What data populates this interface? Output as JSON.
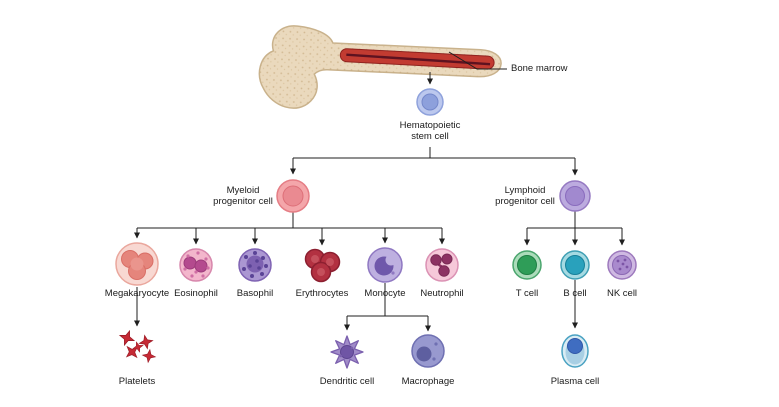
{
  "diagram_type": "hematopoiesis-cell-lineage-tree",
  "nodes": {
    "bone_marrow": {
      "label": "Bone marrow"
    },
    "hematopoietic_stem_cell": {
      "label": "Hematopoietic stem cell"
    },
    "myeloid_progenitor": {
      "label": "Myeloid progenitor cell"
    },
    "lymphoid_progenitor": {
      "label": "Lymphoid progenitor cell"
    },
    "megakaryocyte": {
      "label": "Megakaryocyte"
    },
    "eosinophil": {
      "label": "Eosinophil"
    },
    "basophil": {
      "label": "Basophil"
    },
    "erythrocytes": {
      "label": "Erythrocytes"
    },
    "monocyte": {
      "label": "Monocyte"
    },
    "neutrophil": {
      "label": "Neutrophil"
    },
    "t_cell": {
      "label": "T cell"
    },
    "b_cell": {
      "label": "B cell"
    },
    "nk_cell": {
      "label": "NK cell"
    },
    "platelets": {
      "label": "Platelets"
    },
    "dendritic_cell": {
      "label": "Dendritic cell"
    },
    "macrophage": {
      "label": "Macrophage"
    },
    "plasma_cell": {
      "label": "Plasma cell"
    }
  },
  "tree": {
    "bone_marrow": [
      "hematopoietic_stem_cell"
    ],
    "hematopoietic_stem_cell": [
      "myeloid_progenitor",
      "lymphoid_progenitor"
    ],
    "myeloid_progenitor": [
      "megakaryocyte",
      "eosinophil",
      "basophil",
      "erythrocytes",
      "monocyte",
      "neutrophil"
    ],
    "lymphoid_progenitor": [
      "t_cell",
      "b_cell",
      "nk_cell"
    ],
    "megakaryocyte": [
      "platelets"
    ],
    "monocyte": [
      "dendritic_cell",
      "macrophage"
    ],
    "b_cell": [
      "plasma_cell"
    ]
  },
  "colors": {
    "connector": "#1f1f1f",
    "bone_cortex": "#ead9bd",
    "bone_outline": "#c9b28c",
    "bone_marrow_red": "#c23b31",
    "stem_cell": "#bcc8ee",
    "myeloid": "#f4a6aa",
    "lymphoid": "#bcabdf",
    "megakaryocyte": "#f8d8d2",
    "eosinophil": "#f3b6cc",
    "basophil": "#ab97d2",
    "erythrocyte": "#b23141",
    "monocyte": "#beb0e0",
    "neutrophil": "#f6c8d9",
    "t_cell": "#2f9d58",
    "b_cell": "#29a1bc",
    "nk_cell": "#a98acd",
    "platelet": "#c62a35",
    "dendritic": "#a18cc9",
    "macrophage": "#9899cf",
    "plasma_nucleus": "#3f6dc1"
  }
}
